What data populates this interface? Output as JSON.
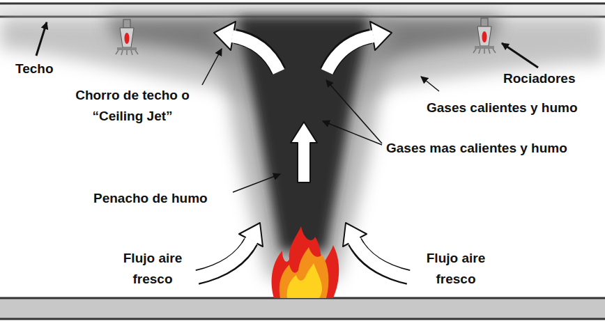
{
  "diagram": {
    "labels": [
      "Techo",
      "Chorro de techo o “Ceiling Jet”",
      "Rociadores",
      "Gases calientes y humo",
      "Gases mas calientes y humo",
      "Penacho de humo",
      "Flujo aire fresco",
      "Flujo aire fresco"
    ]
  }
}
